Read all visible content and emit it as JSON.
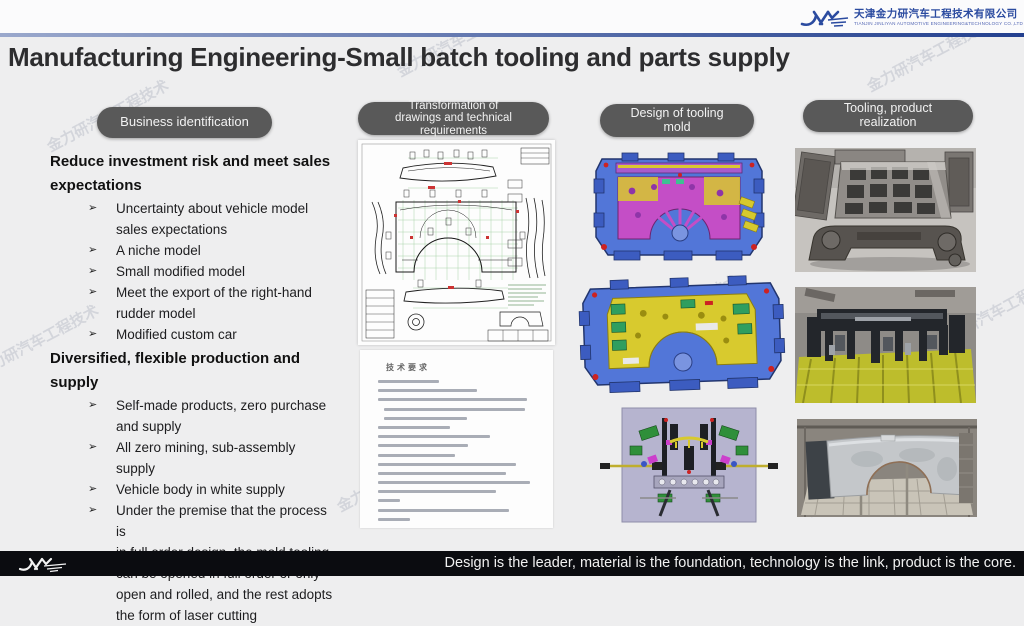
{
  "slide": {
    "title": "Manufacturing Engineering-Small batch tooling and parts supply",
    "watermark": "金力研汽车工程技术"
  },
  "header_logo": {
    "monogram": "JLY",
    "company_cn": "天津金力研汽车工程技术有限公司",
    "company_en": "TIANJIN JINLIYAN AUTOMOTIVE ENGINEERING&TECHNOLOGY CO.,LTD"
  },
  "stages": [
    {
      "label": "Business identification"
    },
    {
      "label": "Transformation of\ndrawings and technical\nrequirements"
    },
    {
      "label": "Design of tooling\nmold"
    },
    {
      "label": "Tooling, product\nrealization"
    }
  ],
  "left_panel": {
    "bullet_glyph": "➢",
    "sections": [
      {
        "heading": "Reduce investment risk and meet sales\nexpectations",
        "bullets": [
          "Uncertainty about vehicle model\nsales expectations",
          "A niche model",
          "Small modified model",
          "Meet the export of the right-hand\nrudder model",
          "Modified custom car"
        ]
      },
      {
        "heading": "Diversified, flexible production and supply",
        "bullets": [
          "Self-made products, zero purchase\nand supply",
          "All zero mining, sub-assembly supply",
          "Vehicle body in white supply",
          "Under the premise that the process is\nin full order design, the mold tooling\ncan be opened in full order or only\nopen and rolled, and the rest adopts\nthe form of laser cutting"
        ]
      }
    ]
  },
  "figures": {
    "tech_doc_title": "技术要求"
  },
  "footer": {
    "tagline": "Design is the leader, material is the foundation, technology is the link, product is the core.",
    "monogram": "JLY"
  },
  "colors": {
    "accent_blue": "#2b4ba0",
    "stage_button_gray": "#595959",
    "footer_bg": "#0b0c10"
  }
}
